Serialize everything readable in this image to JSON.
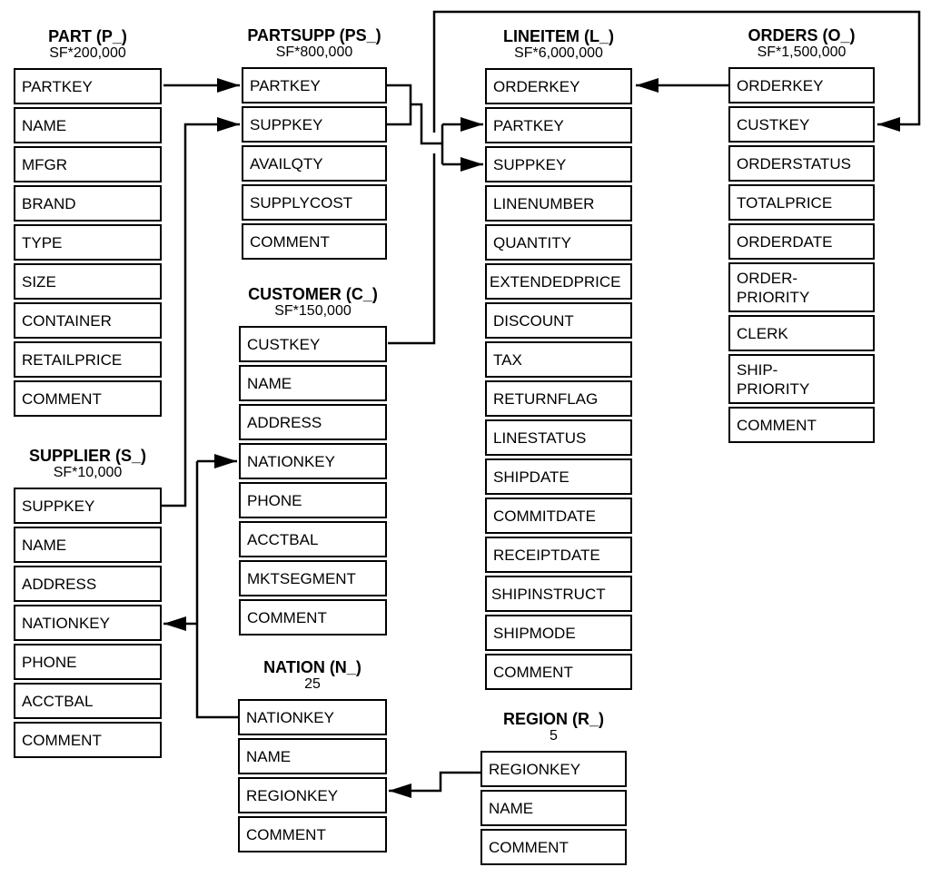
{
  "colors": {
    "line": "#000000",
    "background": "#ffffff",
    "text": "#000000"
  },
  "tables": {
    "part": {
      "title": "PART (P_)",
      "cardinality": "SF*200,000",
      "fields": [
        "PARTKEY",
        "NAME",
        "MFGR",
        "BRAND",
        "TYPE",
        "SIZE",
        "CONTAINER",
        "RETAILPRICE",
        "COMMENT"
      ]
    },
    "partsupp": {
      "title": "PARTSUPP (PS_)",
      "cardinality": "SF*800,000",
      "fields": [
        "PARTKEY",
        "SUPPKEY",
        "AVAILQTY",
        "SUPPLYCOST",
        "COMMENT"
      ]
    },
    "lineitem": {
      "title": "LINEITEM (L_)",
      "cardinality": "SF*6,000,000",
      "fields": [
        "ORDERKEY",
        "PARTKEY",
        "SUPPKEY",
        "LINENUMBER",
        "QUANTITY",
        "EXTENDEDPRICE",
        "DISCOUNT",
        "TAX",
        "RETURNFLAG",
        "LINESTATUS",
        "SHIPDATE",
        "COMMITDATE",
        "RECEIPTDATE",
        "SHIPINSTRUCT",
        "SHIPMODE",
        "COMMENT"
      ]
    },
    "orders": {
      "title": "ORDERS (O_)",
      "cardinality": "SF*1,500,000",
      "fields": [
        "ORDERKEY",
        "CUSTKEY",
        "ORDERSTATUS",
        "TOTALPRICE",
        "ORDERDATE",
        "ORDER-\nPRIORITY",
        "CLERK",
        "SHIP-\nPRIORITY",
        "COMMENT"
      ]
    },
    "supplier": {
      "title": "SUPPLIER (S_)",
      "cardinality": "SF*10,000",
      "fields": [
        "SUPPKEY",
        "NAME",
        "ADDRESS",
        "NATIONKEY",
        "PHONE",
        "ACCTBAL",
        "COMMENT"
      ]
    },
    "customer": {
      "title": "CUSTOMER (C_)",
      "cardinality": "SF*150,000",
      "fields": [
        "CUSTKEY",
        "NAME",
        "ADDRESS",
        "NATIONKEY",
        "PHONE",
        "ACCTBAL",
        "MKTSEGMENT",
        "COMMENT"
      ]
    },
    "nation": {
      "title": "NATION (N_)",
      "cardinality": "25",
      "fields": [
        "NATIONKEY",
        "NAME",
        "REGIONKEY",
        "COMMENT"
      ]
    },
    "region": {
      "title": "REGION (R_)",
      "cardinality": "5",
      "fields": [
        "REGIONKEY",
        "NAME",
        "COMMENT"
      ]
    }
  },
  "relationships": [
    {
      "from": "PART.PARTKEY",
      "to": "PARTSUPP.PARTKEY"
    },
    {
      "from": "SUPPLIER.SUPPKEY",
      "to": "PARTSUPP.SUPPKEY"
    },
    {
      "from": "PARTSUPP.PARTKEY",
      "to": "LINEITEM.PARTKEY"
    },
    {
      "from": "PARTSUPP.SUPPKEY",
      "to": "LINEITEM.SUPPKEY"
    },
    {
      "from": "ORDERS.ORDERKEY",
      "to": "LINEITEM.ORDERKEY"
    },
    {
      "from": "CUSTOMER.CUSTKEY",
      "to": "ORDERS.CUSTKEY"
    },
    {
      "from": "NATION.NATIONKEY",
      "to": "CUSTOMER.NATIONKEY"
    },
    {
      "from": "NATION.NATIONKEY",
      "to": "SUPPLIER.NATIONKEY"
    },
    {
      "from": "REGION.REGIONKEY",
      "to": "NATION.REGIONKEY"
    }
  ]
}
